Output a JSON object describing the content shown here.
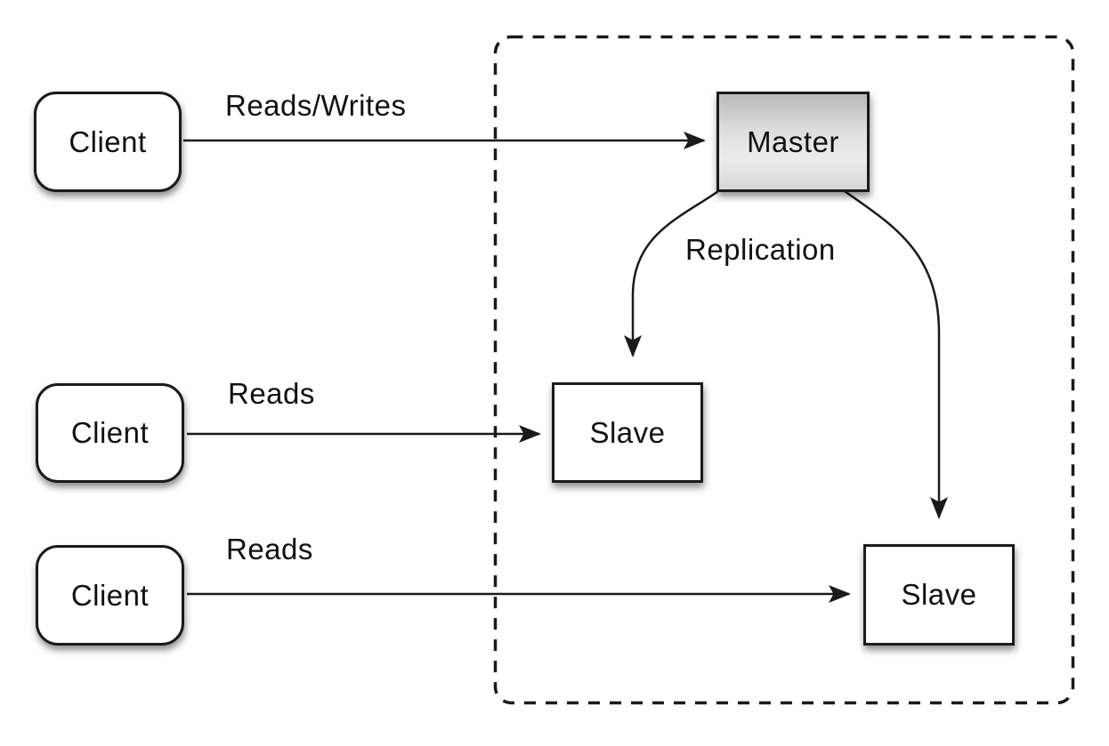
{
  "diagram": {
    "type": "master-slave-replication-topology",
    "nodes": {
      "clients": [
        {
          "label": "Client"
        },
        {
          "label": "Client"
        },
        {
          "label": "Client"
        }
      ],
      "master": {
        "label": "Master"
      },
      "slaves": [
        {
          "label": "Slave"
        },
        {
          "label": "Slave"
        }
      ]
    },
    "edge_labels": {
      "reads_writes": "Reads/Writes",
      "reads_middle": "Reads",
      "reads_bottom": "Reads",
      "replication": "Replication"
    },
    "edges": [
      {
        "from": "client-1",
        "to": "master",
        "label": "Reads/Writes"
      },
      {
        "from": "client-2",
        "to": "slave-1",
        "label": "Reads"
      },
      {
        "from": "client-3",
        "to": "slave-2",
        "label": "Reads"
      },
      {
        "from": "master",
        "to": "slave-1",
        "label": "Replication"
      },
      {
        "from": "master",
        "to": "slave-2",
        "label": "Replication"
      }
    ],
    "colors": {
      "stroke": "#1a1a1a",
      "text": "#111111",
      "box_fill": "#ffffff",
      "master_gradient_top": "#b9b9b9",
      "master_gradient_mid": "#ececec",
      "master_gradient_bottom": "#d6d6d6",
      "background": "#ffffff"
    }
  }
}
